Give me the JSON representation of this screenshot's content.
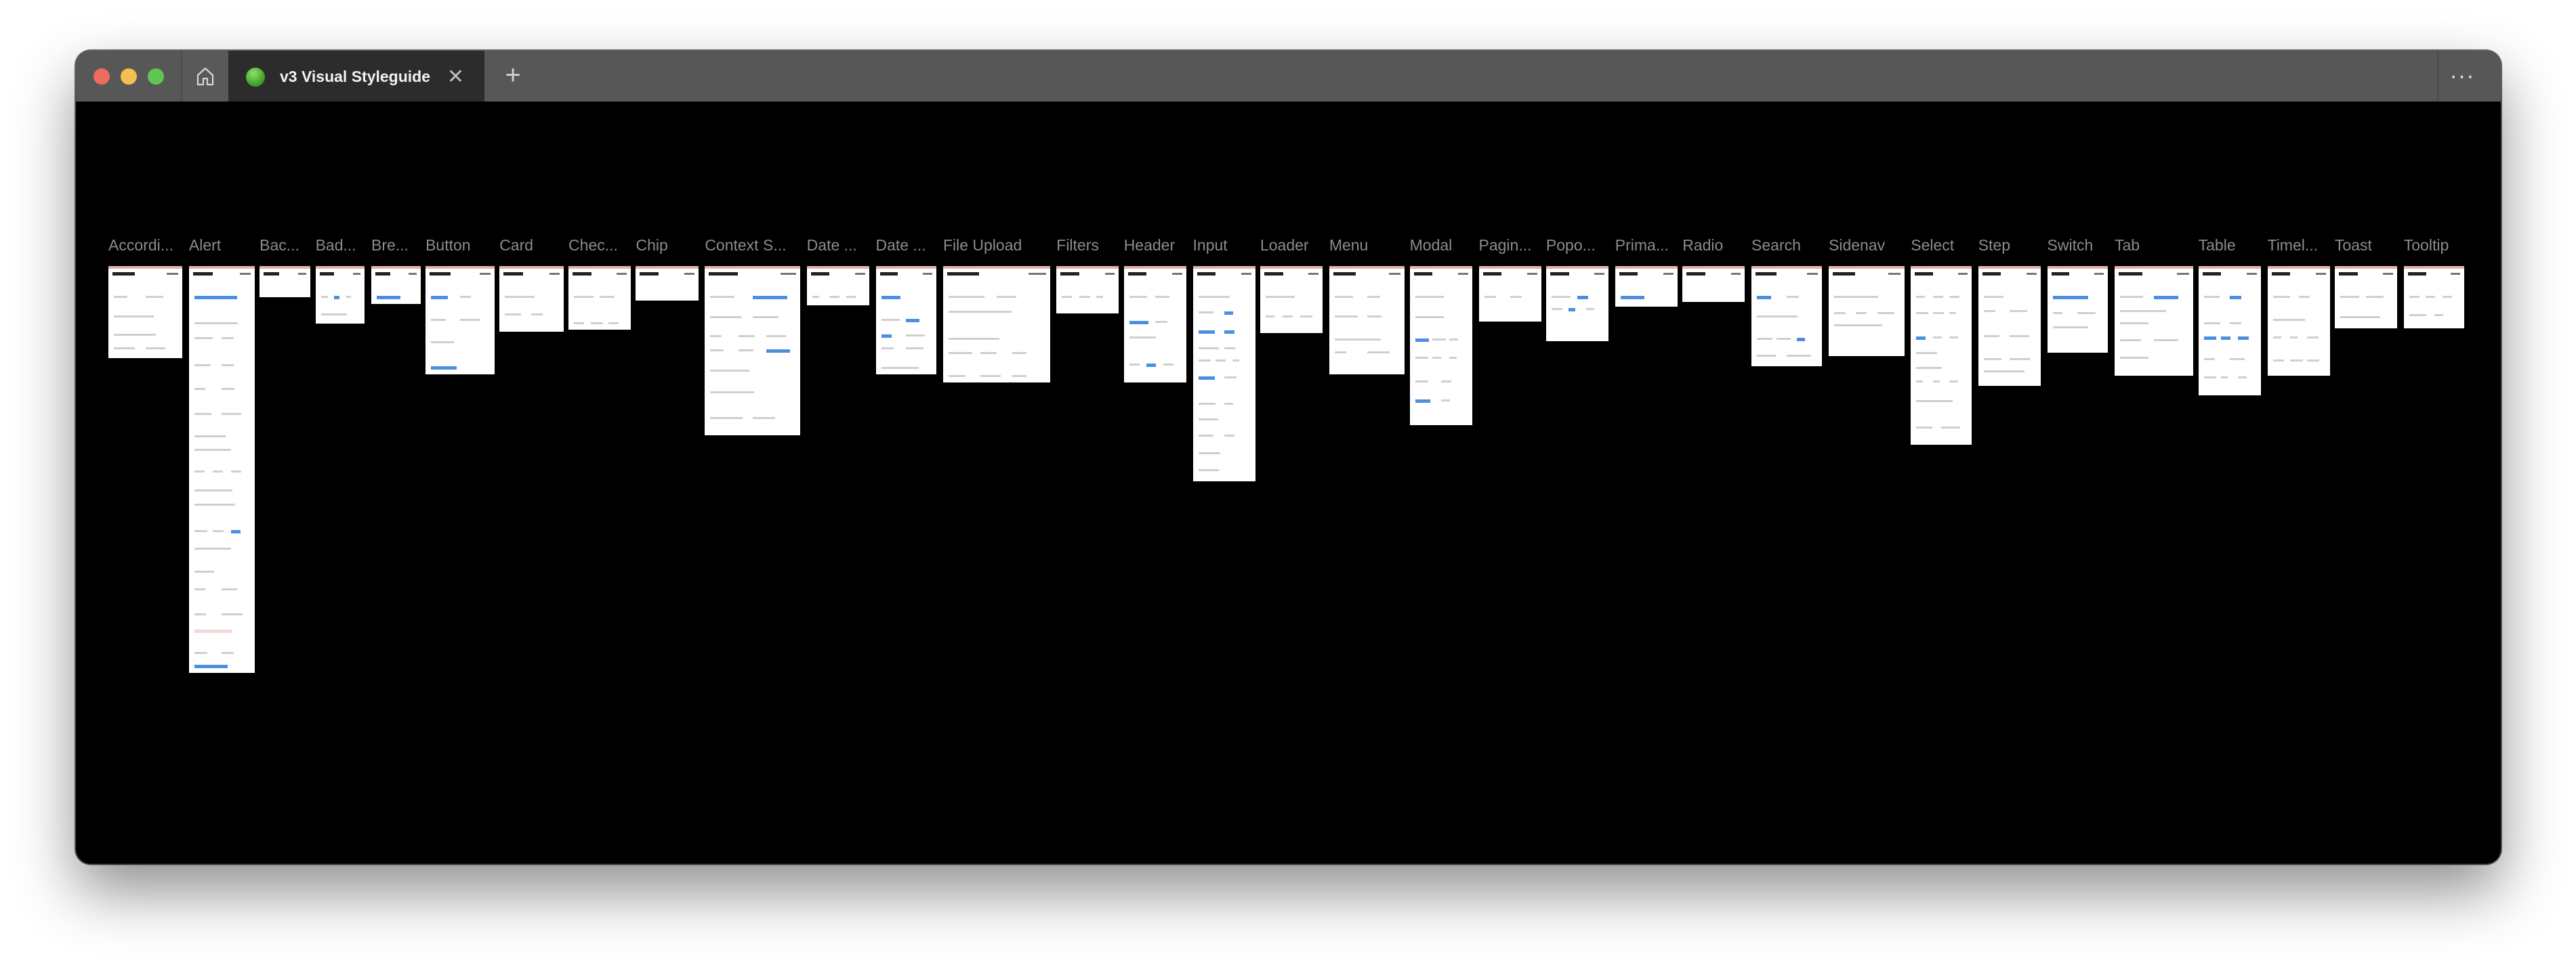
{
  "browser": {
    "tab_title": "v3 Visual Styleguide",
    "tab_icon": "green-dot-icon",
    "close_icon": "close-icon",
    "new_tab_label": "+",
    "more_label": "···",
    "traffic_lights": {
      "close": "#ed6a5e",
      "minimize": "#f5bf4f",
      "maximize": "#61c554"
    }
  },
  "components": [
    {
      "label": "Accordi..."
    },
    {
      "label": "Alert"
    },
    {
      "label": "Bac..."
    },
    {
      "label": "Bad..."
    },
    {
      "label": "Bre..."
    },
    {
      "label": "Button"
    },
    {
      "label": "Card"
    },
    {
      "label": "Chec..."
    },
    {
      "label": "Chip"
    },
    {
      "label": "Context S..."
    },
    {
      "label": "Date ..."
    },
    {
      "label": "Date ..."
    },
    {
      "label": "File Upload"
    },
    {
      "label": "Filters"
    },
    {
      "label": "Header"
    },
    {
      "label": "Input"
    },
    {
      "label": "Loader"
    },
    {
      "label": "Menu"
    },
    {
      "label": "Modal"
    },
    {
      "label": "Pagin..."
    },
    {
      "label": "Popo..."
    },
    {
      "label": "Prima..."
    },
    {
      "label": "Radio"
    },
    {
      "label": "Search"
    },
    {
      "label": "Sidenav"
    },
    {
      "label": "Select"
    },
    {
      "label": "Step"
    },
    {
      "label": "Switch"
    },
    {
      "label": "Tab"
    },
    {
      "label": "Table"
    },
    {
      "label": "Timel..."
    },
    {
      "label": "Toast"
    },
    {
      "label": "Tooltip"
    }
  ]
}
